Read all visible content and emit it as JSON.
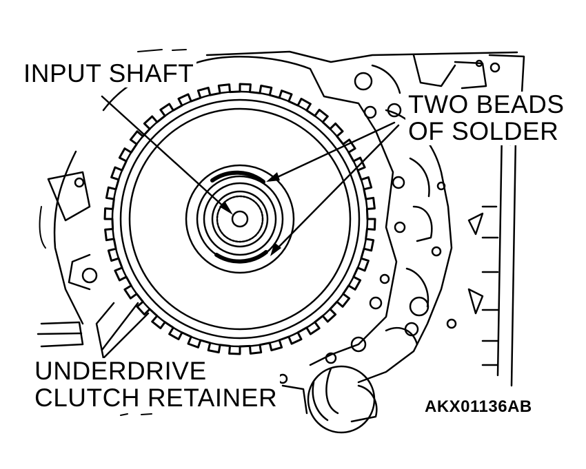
{
  "labels": {
    "input_shaft": "INPUT SHAFT",
    "solder_line1": "TWO BEADS",
    "solder_line2": "OF SOLDER",
    "retainer_line1": "UNDERDRIVE",
    "retainer_line2": "CLUTCH RETAINER",
    "figure_code": "AKX01136AB"
  },
  "colors": {
    "line": "#000000",
    "background": "#ffffff"
  }
}
